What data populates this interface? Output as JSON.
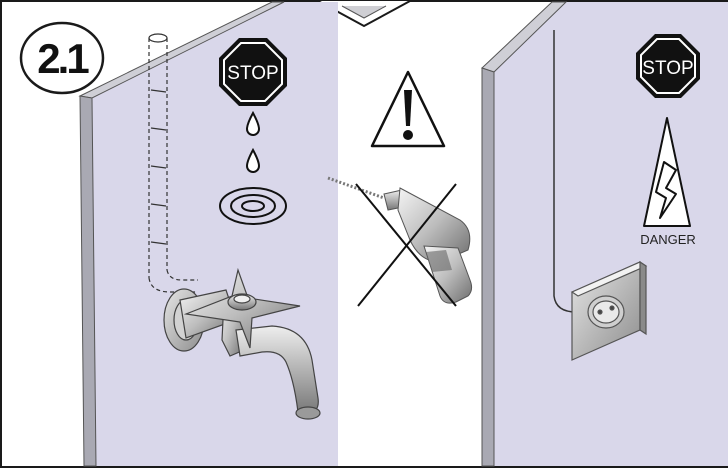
{
  "step": {
    "label": "2.1"
  },
  "left_panel": {
    "sign": "STOP",
    "icon": "water-leak-icon"
  },
  "center": {
    "warning_icon": "exclamation-warning-icon",
    "prohibited_tool": "drill-prohibited-icon"
  },
  "right_panel": {
    "sign": "STOP",
    "hazard_icon": "high-voltage-icon",
    "hazard_label": "DANGER"
  },
  "colors": {
    "wall": "#d9d7ea",
    "wall_edge": "#b9b9c3",
    "frame": "#1a1a1a",
    "sign": "#111111"
  }
}
